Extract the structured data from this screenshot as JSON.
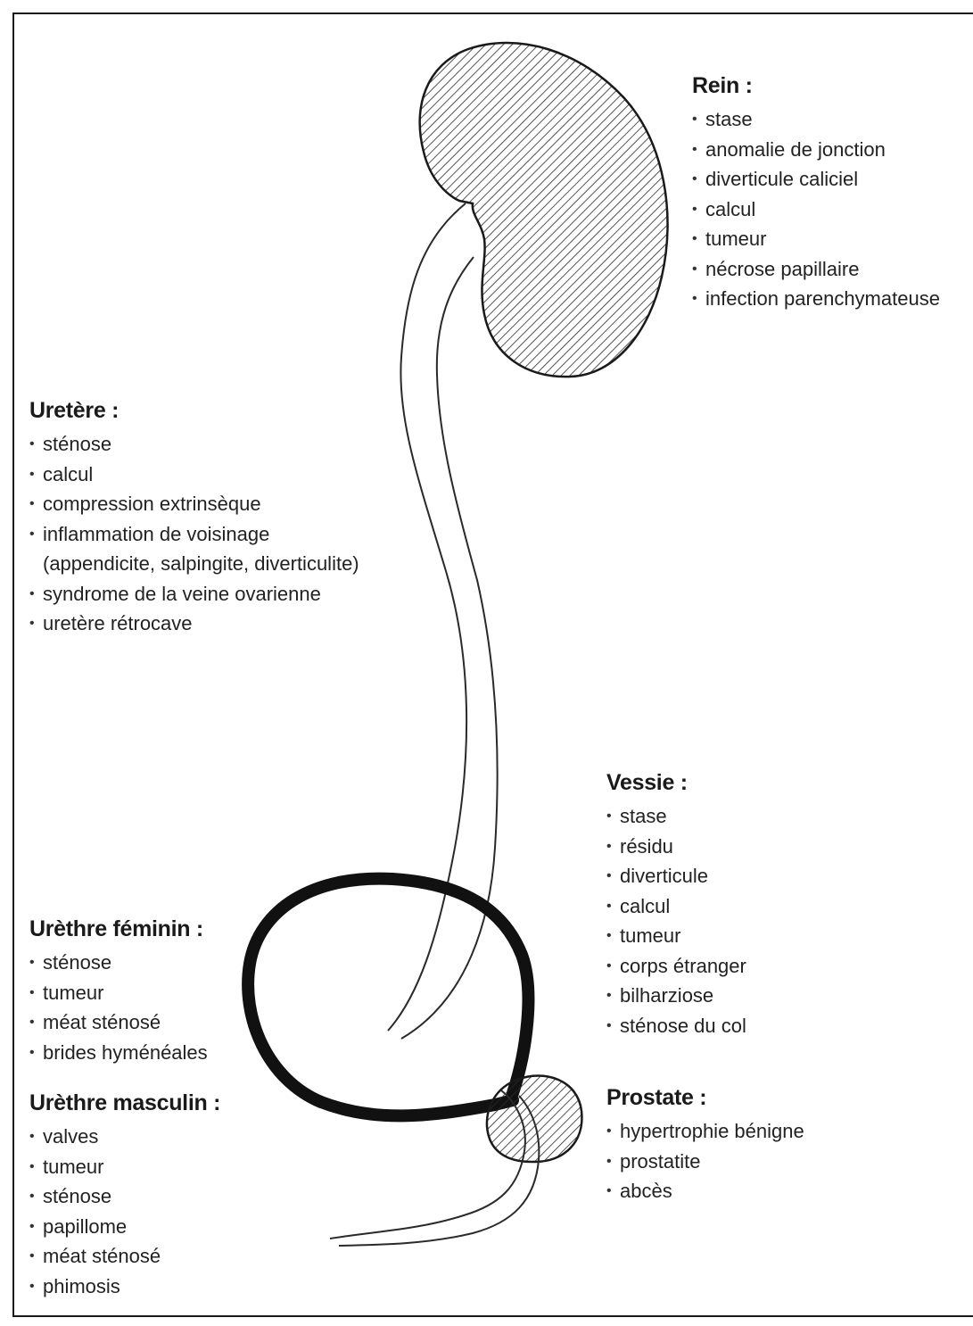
{
  "sections": {
    "rein": {
      "title": "Rein :",
      "items": [
        "stase",
        "anomalie de jonction",
        "diverticule caliciel",
        "calcul",
        "tumeur",
        "nécrose papillaire",
        "infection parenchymateuse"
      ]
    },
    "uretere": {
      "title": "Uretère :",
      "items": [
        "sténose",
        "calcul",
        "compression extrinsèque",
        "inflammation de voisinage",
        "(appendicite, salpingite, diverticulite)",
        "syndrome de la veine ovarienne",
        "uretère rétrocave"
      ]
    },
    "vessie": {
      "title": "Vessie :",
      "items": [
        "stase",
        "résidu",
        "diverticule",
        "calcul",
        "tumeur",
        "corps étranger",
        "bilharziose",
        "sténose du col"
      ]
    },
    "urethre_feminin": {
      "title": "Urèthre féminin :",
      "items": [
        "sténose",
        "tumeur",
        "méat sténosé",
        "brides hyménéales"
      ]
    },
    "prostate": {
      "title": "Prostate :",
      "items": [
        "hypertrophie bénigne",
        "prostatite",
        "abcès"
      ]
    },
    "urethre_masculin": {
      "title": "Urèthre masculin :",
      "items": [
        "valves",
        "tumeur",
        "sténose",
        "papillome",
        "méat sténosé",
        "phimosis"
      ]
    }
  }
}
